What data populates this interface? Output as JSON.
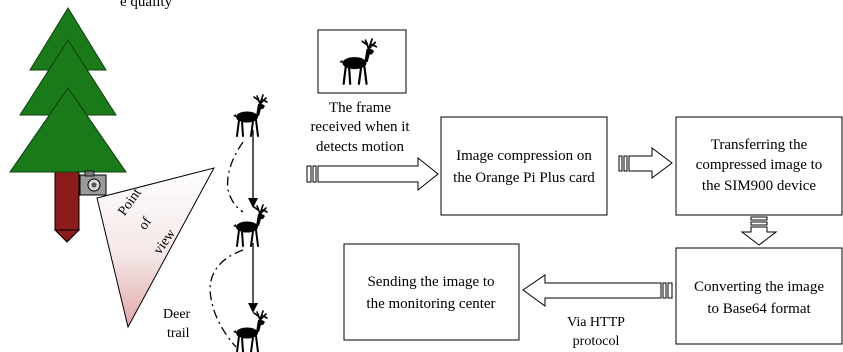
{
  "top_text": "e quality",
  "camera_view_label": [
    "Point",
    "of",
    "view"
  ],
  "deer_trail_label": [
    "Deer",
    "trail"
  ],
  "frame_caption": [
    "The frame",
    "received when it",
    "detects motion"
  ],
  "boxes": {
    "compression": [
      "Image compression on",
      "the Orange Pi Plus card"
    ],
    "transfer": [
      "Transferring the",
      "compressed image to",
      "the SIM900 device"
    ],
    "convert": [
      "Converting the image",
      "to Base64 format"
    ],
    "send": [
      "Sending the image to",
      "the monitoring center"
    ]
  },
  "http_label": [
    "Via HTTP",
    "protocol"
  ],
  "colors": {
    "tree_green": "#1a7a1a",
    "trunk": "#8b1c1c",
    "view_fill_bottom": "#e0a8a8"
  },
  "icons": [
    "tree-icon",
    "camera-icon",
    "deer-icon",
    "arrow-icon"
  ]
}
